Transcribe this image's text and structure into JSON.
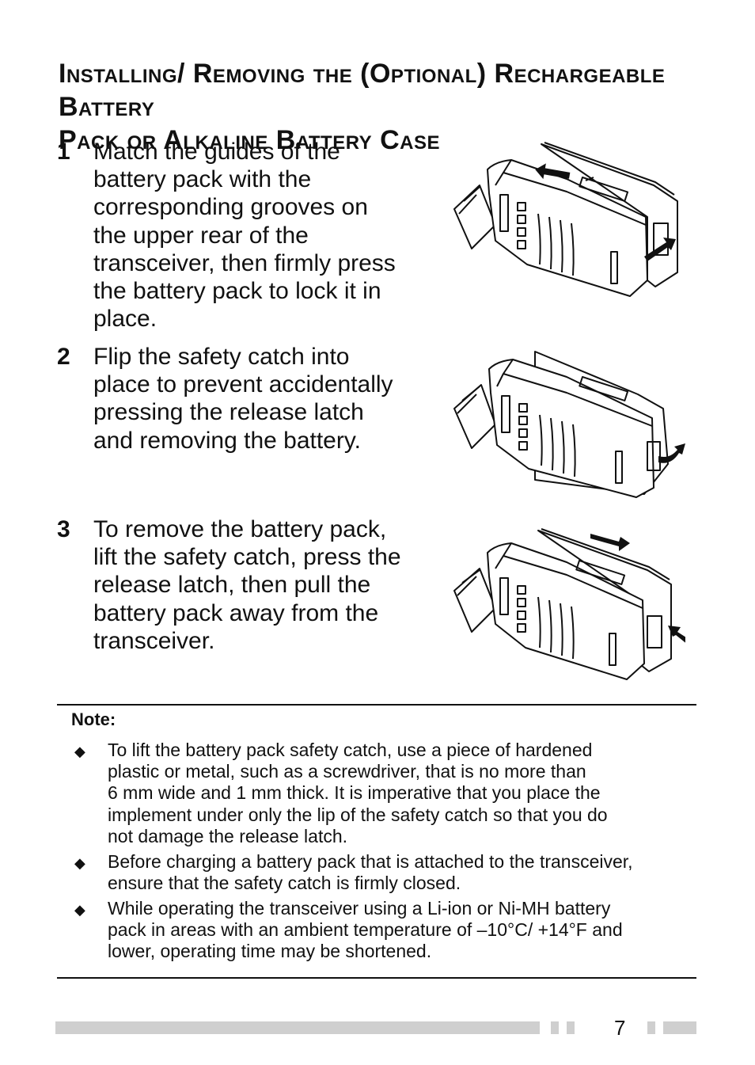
{
  "heading": {
    "line1": "Installing/ Removing the (Optional) Rechargeable Battery",
    "line2": "Pack or Alkaline Battery Case"
  },
  "steps": [
    {
      "number": "1",
      "lines": [
        "Match the guides of the",
        "battery pack with the",
        "corresponding grooves on",
        "the upper rear of the",
        "transceiver, then firmly press",
        "the battery pack to lock it in",
        "place."
      ]
    },
    {
      "number": "2",
      "lines": [
        "Flip the safety catch into",
        "place to prevent accidentally",
        "pressing the release latch",
        "and removing the battery."
      ]
    },
    {
      "number": "3",
      "lines": [
        "To remove the battery pack,",
        "lift the safety catch, press the",
        "release latch, then pull the",
        "battery pack away from the",
        "transceiver."
      ]
    }
  ],
  "note": {
    "title": "Note:",
    "items": [
      {
        "lines": [
          "To lift the battery pack safety catch, use a piece of hardened",
          "plastic or metal, such as a screwdriver, that is no more than",
          "6 mm wide and 1 mm thick.  It is imperative that you place the",
          "implement under only the lip of the safety catch so that you do",
          "not damage the release latch."
        ]
      },
      {
        "lines": [
          "Before charging a battery pack that is attached to the transceiver,",
          "ensure that the safety catch is firmly closed."
        ]
      },
      {
        "lines": [
          "While operating the transceiver using a Li-ion or Ni-MH battery",
          "pack in areas with an ambient temperature of –10°C/ +14°F and",
          "lower, operating time may be shortened."
        ]
      }
    ]
  },
  "page_number": "7",
  "colors": {
    "text": "#111111",
    "footer_bar": "#cfcfcf"
  }
}
